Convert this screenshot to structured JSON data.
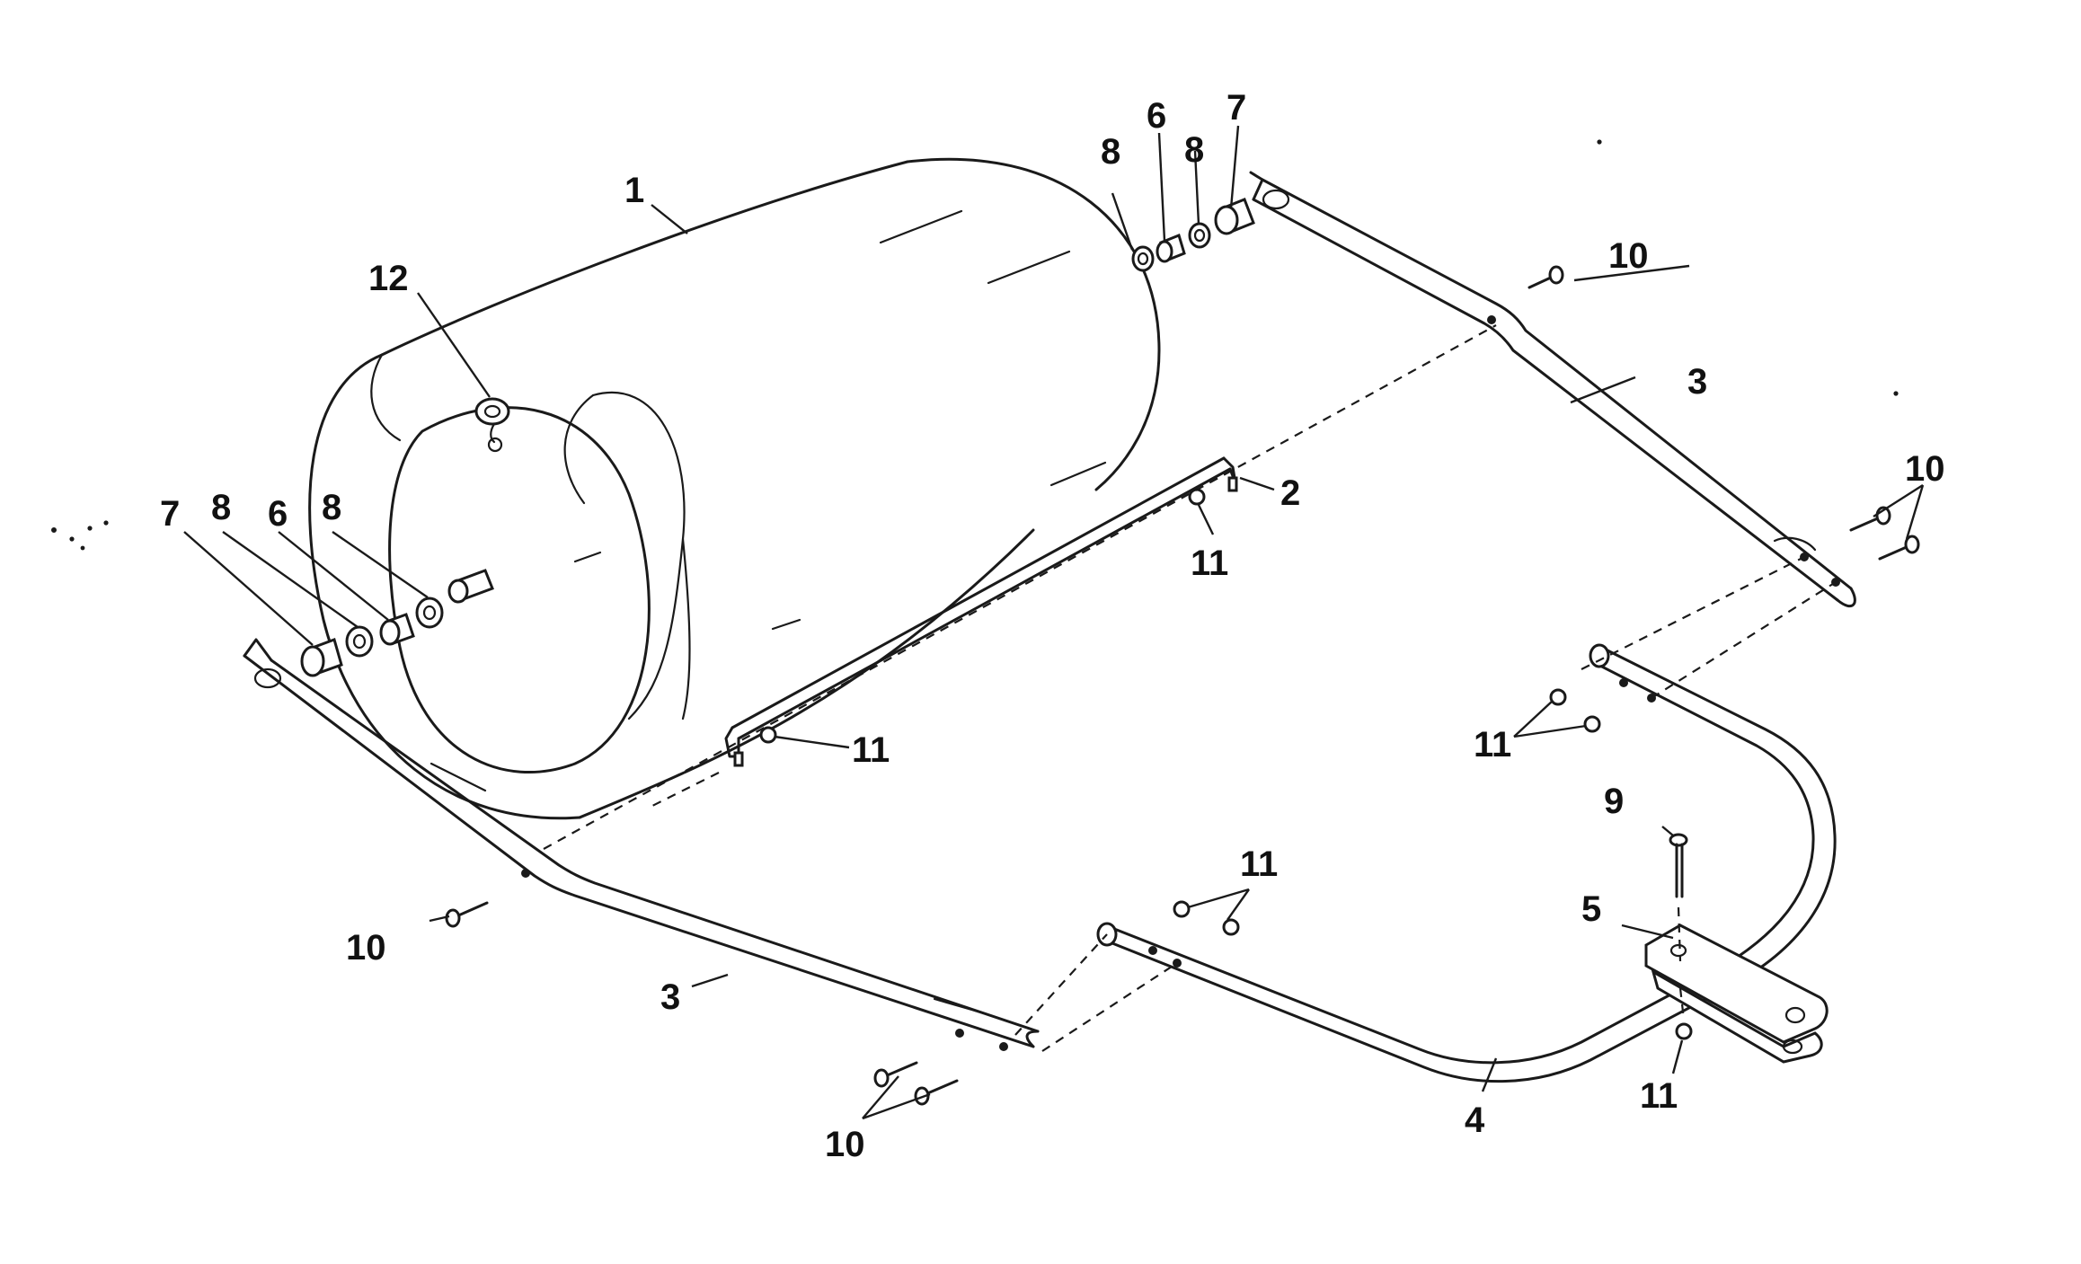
{
  "diagram": {
    "callouts": [
      {
        "id": "c1",
        "label": "1"
      },
      {
        "id": "c2",
        "label": "2"
      },
      {
        "id": "c3a",
        "label": "3"
      },
      {
        "id": "c3b",
        "label": "3"
      },
      {
        "id": "c4",
        "label": "4"
      },
      {
        "id": "c5",
        "label": "5"
      },
      {
        "id": "c6a",
        "label": "6"
      },
      {
        "id": "c6b",
        "label": "6"
      },
      {
        "id": "c7a",
        "label": "7"
      },
      {
        "id": "c7b",
        "label": "7"
      },
      {
        "id": "c8a",
        "label": "8"
      },
      {
        "id": "c8b",
        "label": "8"
      },
      {
        "id": "c8c",
        "label": "8"
      },
      {
        "id": "c8d",
        "label": "8"
      },
      {
        "id": "c9",
        "label": "9"
      },
      {
        "id": "c10a",
        "label": "10"
      },
      {
        "id": "c10b",
        "label": "10"
      },
      {
        "id": "c10c",
        "label": "10"
      },
      {
        "id": "c10d",
        "label": "10"
      },
      {
        "id": "c11a",
        "label": "11"
      },
      {
        "id": "c11b",
        "label": "11"
      },
      {
        "id": "c11c",
        "label": "11"
      },
      {
        "id": "c11d",
        "label": "11"
      },
      {
        "id": "c11e",
        "label": "11"
      },
      {
        "id": "c12",
        "label": "12"
      }
    ]
  }
}
